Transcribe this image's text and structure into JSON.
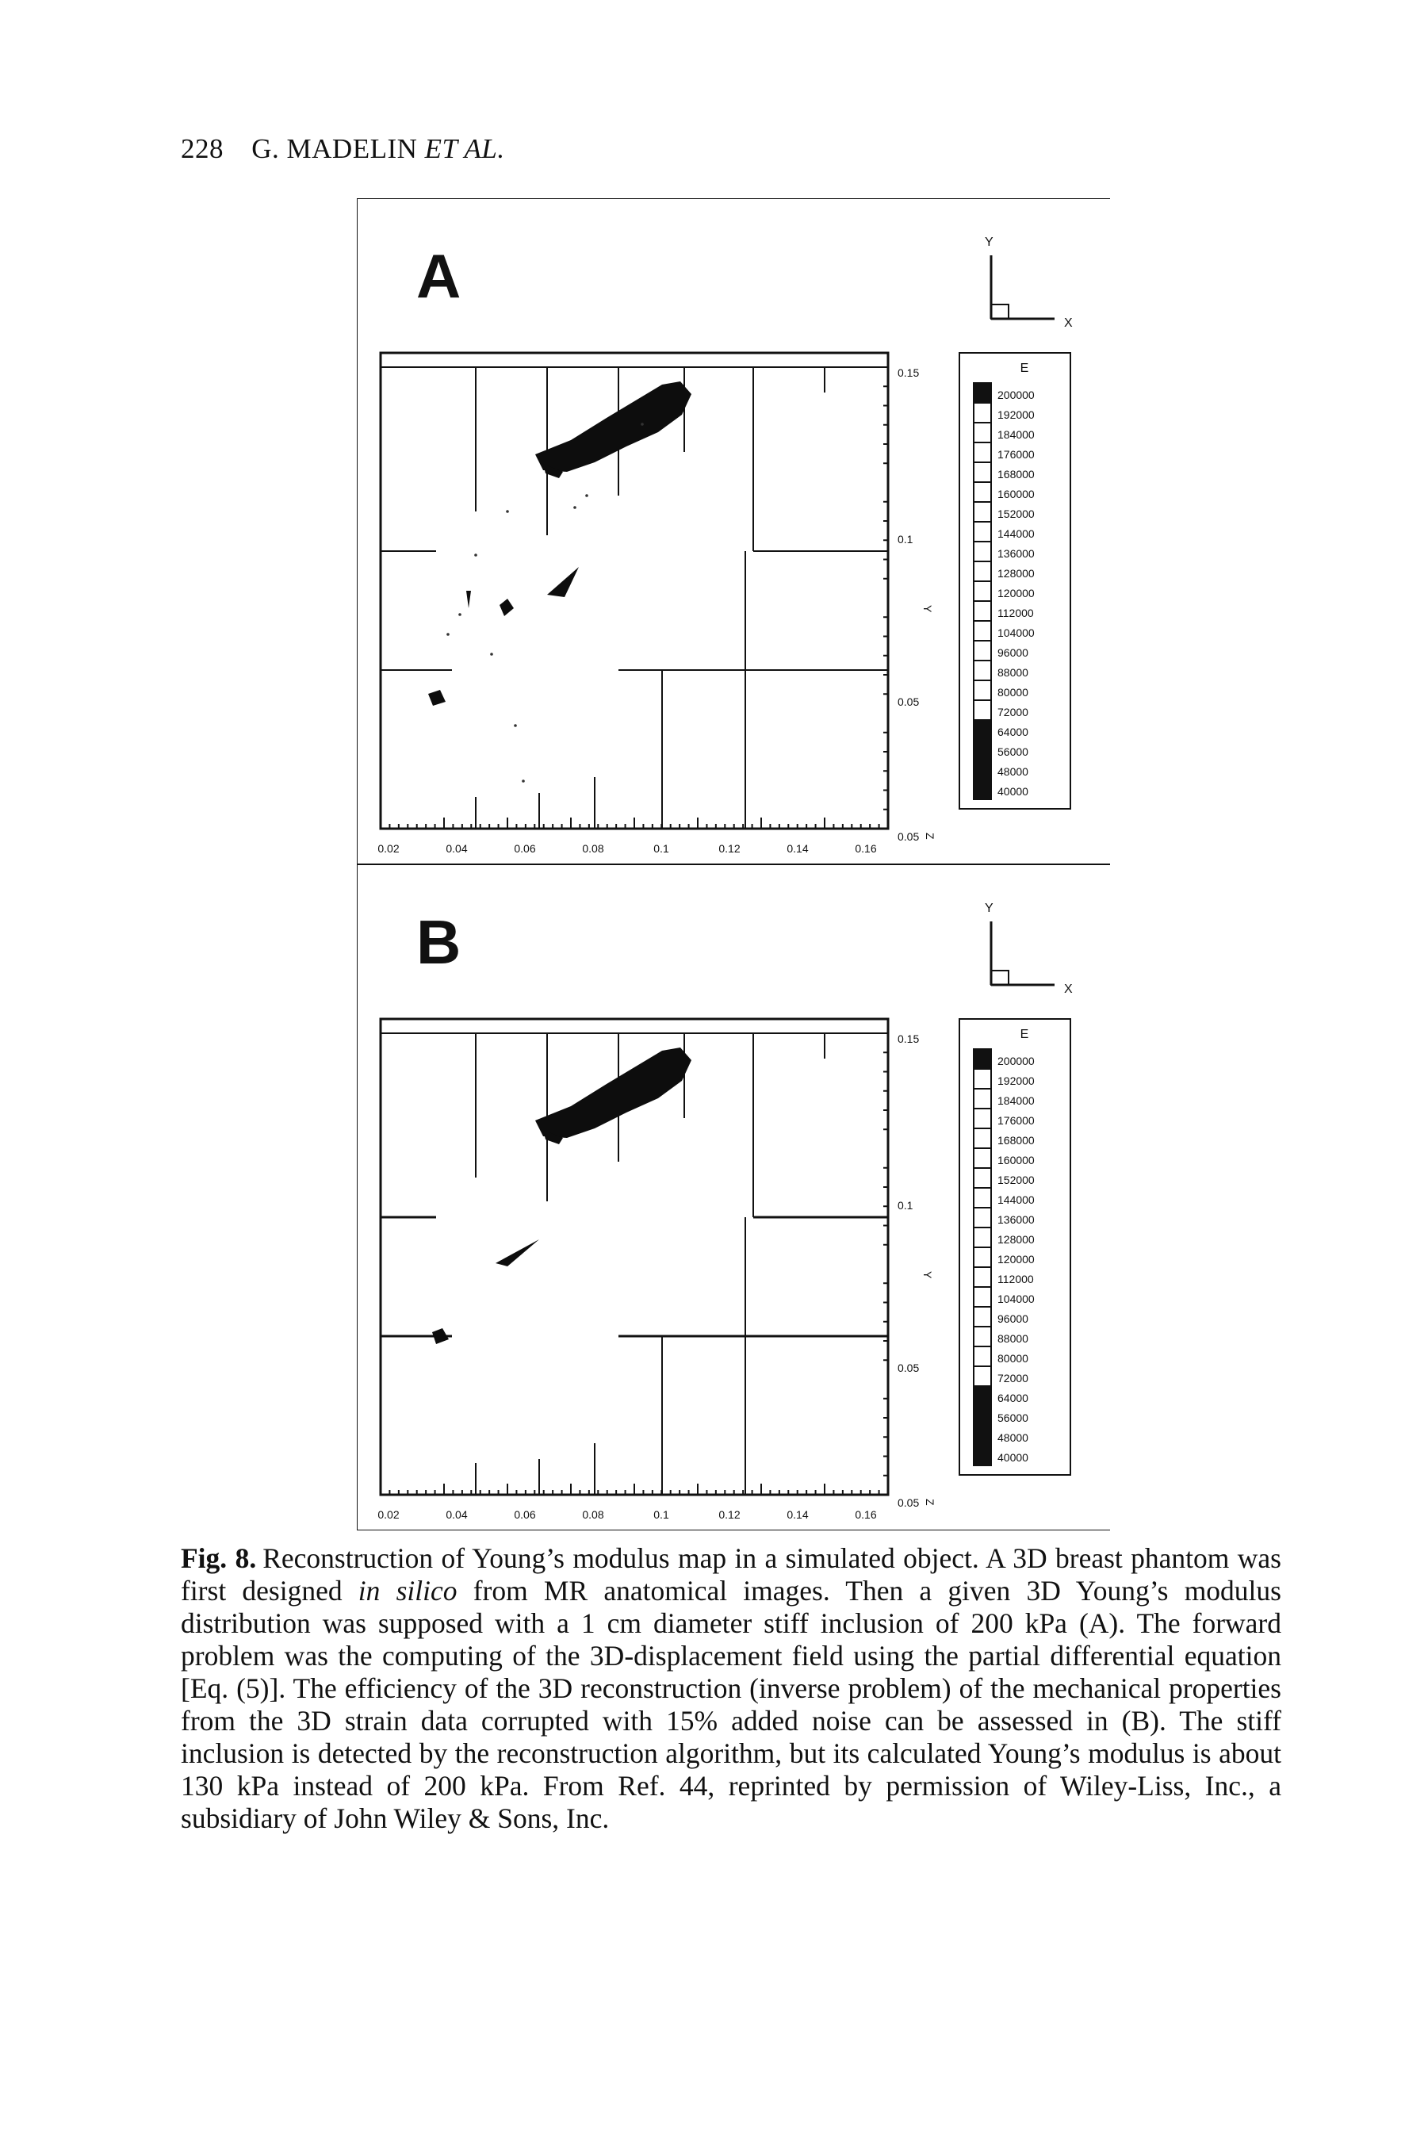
{
  "header": {
    "page_number": "228",
    "authors": "G. MADELIN",
    "authors_italic": "ET AL."
  },
  "figure": {
    "panels": [
      {
        "letter": "A",
        "variant": "noisy"
      },
      {
        "letter": "B",
        "variant": "clean"
      }
    ],
    "axes": {
      "x_ticks": [
        "0.02",
        "0.04",
        "0.06",
        "0.08",
        "0.1",
        "0.12",
        "0.14",
        "0.16"
      ],
      "y_ticks": [
        "0.15",
        "0.1",
        "0.05",
        "0.05"
      ],
      "y_label": "Y",
      "z_label": "Z"
    },
    "triad": {
      "y": "Y",
      "x": "X"
    },
    "legend": {
      "title": "E",
      "values": [
        "200000",
        "192000",
        "184000",
        "176000",
        "168000",
        "160000",
        "152000",
        "144000",
        "136000",
        "128000",
        "120000",
        "112000",
        "104000",
        "96000",
        "88000",
        "80000",
        "72000",
        "64000",
        "56000",
        "48000",
        "40000"
      ]
    }
  },
  "caption": {
    "label": "Fig. 8.",
    "text_1": "Reconstruction of Young’s modulus map in a simulated object. A 3D breast phantom was first designed ",
    "italic": "in silico",
    "text_2": " from MR anatomical images. Then a given 3D Young’s modulus distribution was supposed with a 1 cm diameter stiff inclusion of 200 kPa (A). The forward problem was the computing of the 3D-displacement field using the partial differential equation [Eq. (5)]. The efficiency of the 3D reconstruction (inverse problem) of the mechanical properties from the 3D strain data corrupted with 15% added noise can be assessed in (B). The stiff inclusion is detected by the reconstruction algorithm, but its calculated Young’s modulus is about 130 kPa instead of 200 kPa. From Ref. 44, reprinted by permission of Wiley-Liss, Inc., a subsidiary of John Wiley & Sons, Inc."
  }
}
